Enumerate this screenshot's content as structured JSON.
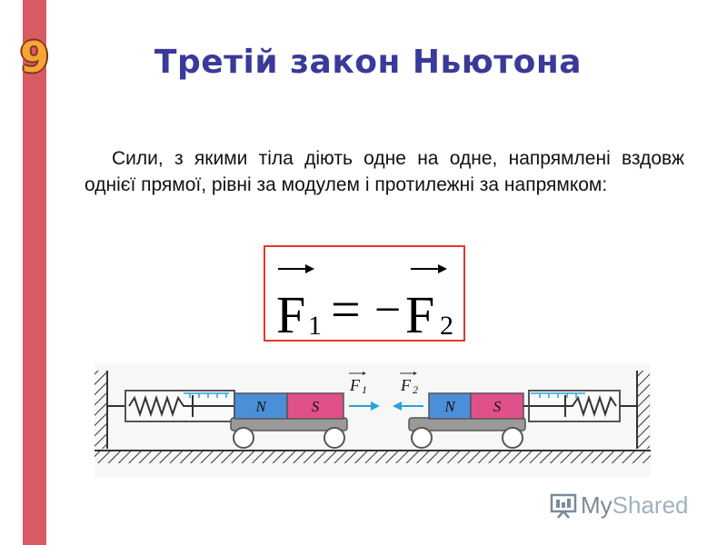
{
  "slide": {
    "number": "9",
    "title": "Третій закон Ньютона",
    "body_text": "Сили, з якими тіла діють одне на одне, напрямлені вздовж однієї прямої, рівні за модулем і протилежні за напрямком:"
  },
  "formula": {
    "lhs_letter": "F",
    "lhs_subscript": "1",
    "equals": "=",
    "minus": "−",
    "rhs_letter": "F",
    "rhs_subscript": "2"
  },
  "figure": {
    "left_magnet": {
      "north_label": "N",
      "south_label": "S"
    },
    "right_magnet": {
      "north_label": "N",
      "south_label": "S"
    },
    "force_left_letter": "F",
    "force_left_subscript": "1",
    "force_right_letter": "F",
    "force_right_subscript": "2",
    "colors": {
      "north_pole": "#4a8fd8",
      "south_pole": "#e0508a",
      "arrow": "#2aa3d8",
      "cart": "#999999",
      "hatch": "#333333"
    }
  },
  "logo": {
    "my": "My",
    "shared": "Shared",
    "icon": "presentation-board-icon"
  },
  "theme": {
    "side_bar_color": "#d85a63",
    "number_color": "#f5a43a",
    "title_color": "#3a3a9a",
    "formula_border_color": "#e23a2a"
  }
}
